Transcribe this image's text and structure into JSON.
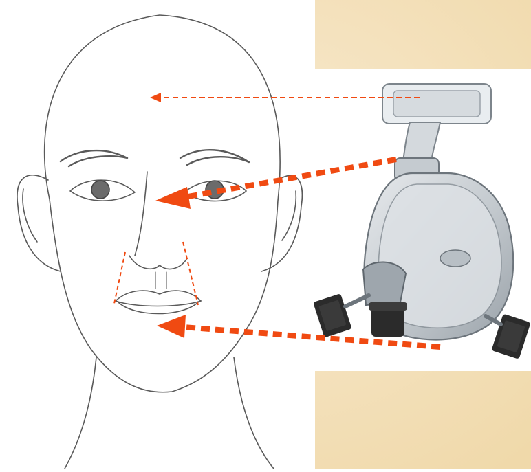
{
  "colors": {
    "parchment": "#f3dfb6",
    "parchment_light": "#f8ead0",
    "panel_bg": "#ffffff",
    "sketch_line": "#5a5a5a",
    "arrow": "#f04a12",
    "mask_shell": "#c9ced3",
    "mask_outline": "#7d858c",
    "clip_dark": "#2b2b2b"
  },
  "icons": {
    "face": "face-sketch-icon",
    "mask": "full-face-mask-icon",
    "arrow": "arrow-left-icon"
  },
  "arrows": [
    {
      "name": "forehead-arrow",
      "style": "thin-dashed"
    },
    {
      "name": "nose-bridge-arrow",
      "style": "bold-dashed"
    },
    {
      "name": "chin-arrow",
      "style": "bold-dashed"
    }
  ]
}
